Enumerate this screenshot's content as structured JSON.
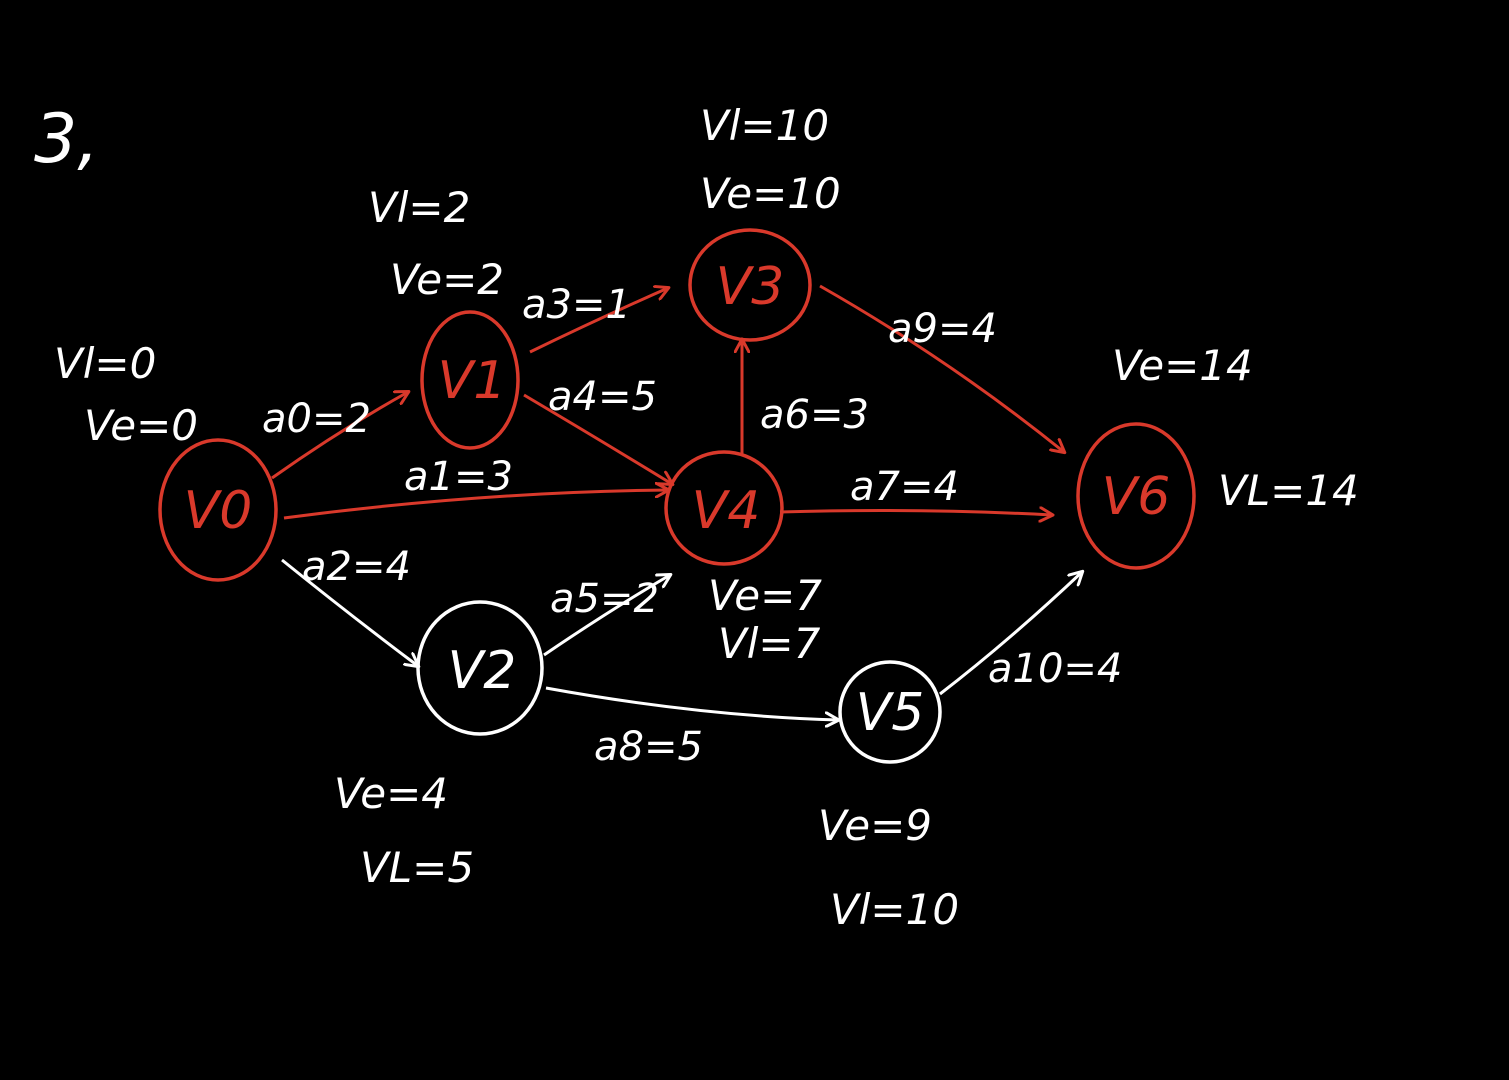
{
  "problem_number": "3,",
  "colors": {
    "background": "#000000",
    "critical": "#d9392b",
    "normal": "#ffffff"
  },
  "nodes": {
    "v0": {
      "label": "V0",
      "critical": true,
      "ve": "Ve=0",
      "vl": "Vl=0"
    },
    "v1": {
      "label": "V1",
      "critical": true,
      "ve": "Ve=2",
      "vl": "Vl=2"
    },
    "v2": {
      "label": "V2",
      "critical": false,
      "ve": "Ve=4",
      "vl": "VL=5"
    },
    "v3": {
      "label": "V3",
      "critical": true,
      "ve": "Ve=10",
      "vl": "Vl=10"
    },
    "v4": {
      "label": "V4",
      "critical": true,
      "ve": "Ve=7",
      "vl": "Vl=7"
    },
    "v5": {
      "label": "V5",
      "critical": false,
      "ve": "Ve=9",
      "vl": "Vl=10"
    },
    "v6": {
      "label": "V6",
      "critical": true,
      "ve": "Ve=14",
      "vl": "VL=14"
    }
  },
  "edges": {
    "a0": {
      "from": "V0",
      "to": "V1",
      "label": "a0=2",
      "critical": true
    },
    "a1": {
      "from": "V0",
      "to": "V4",
      "label": "a1=3",
      "critical": true
    },
    "a2": {
      "from": "V0",
      "to": "V2",
      "label": "a2=4",
      "critical": false
    },
    "a3": {
      "from": "V1",
      "to": "V3",
      "label": "a3=1",
      "critical": true
    },
    "a4": {
      "from": "V1",
      "to": "V4",
      "label": "a4=5",
      "critical": true
    },
    "a5": {
      "from": "V2",
      "to": "V4",
      "label": "a5=2",
      "critical": false
    },
    "a6": {
      "from": "V4",
      "to": "V3",
      "label": "a6=3",
      "critical": true
    },
    "a7": {
      "from": "V4",
      "to": "V6",
      "label": "a7=4",
      "critical": true
    },
    "a8": {
      "from": "V2",
      "to": "V5",
      "label": "a8=5",
      "critical": false
    },
    "a9": {
      "from": "V3",
      "to": "V6",
      "label": "a9=4",
      "critical": true
    },
    "a10": {
      "from": "V5",
      "to": "V6",
      "label": "a10=4",
      "critical": false
    }
  }
}
